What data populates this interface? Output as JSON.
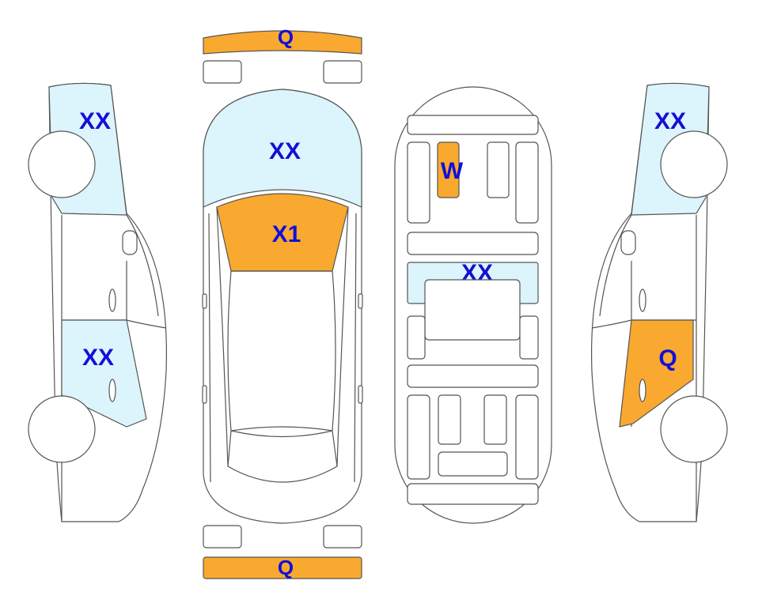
{
  "colors": {
    "damage_orange": "#f9a92f",
    "damage_light_blue": "#dcf4fb",
    "label_blue": "#1010d8",
    "outline": "#555555"
  },
  "zones": {
    "front_bumper": {
      "code": "Q",
      "fill": "orange"
    },
    "rear_bumper": {
      "code": "Q",
      "fill": "orange"
    },
    "hood": {
      "code": "XX",
      "fill": "light-blue"
    },
    "windshield": {
      "code": "X1",
      "fill": "orange"
    },
    "left_fender": {
      "code": "XX",
      "fill": "light-blue"
    },
    "left_rear_door": {
      "code": "XX",
      "fill": "light-blue"
    },
    "right_fender": {
      "code": "XX",
      "fill": "light-blue"
    },
    "right_rear_door": {
      "code": "Q",
      "fill": "orange"
    },
    "floor_front_panel": {
      "code": "W",
      "fill": "orange"
    },
    "floor_crossmember": {
      "code": "XX",
      "fill": "light-blue"
    }
  }
}
